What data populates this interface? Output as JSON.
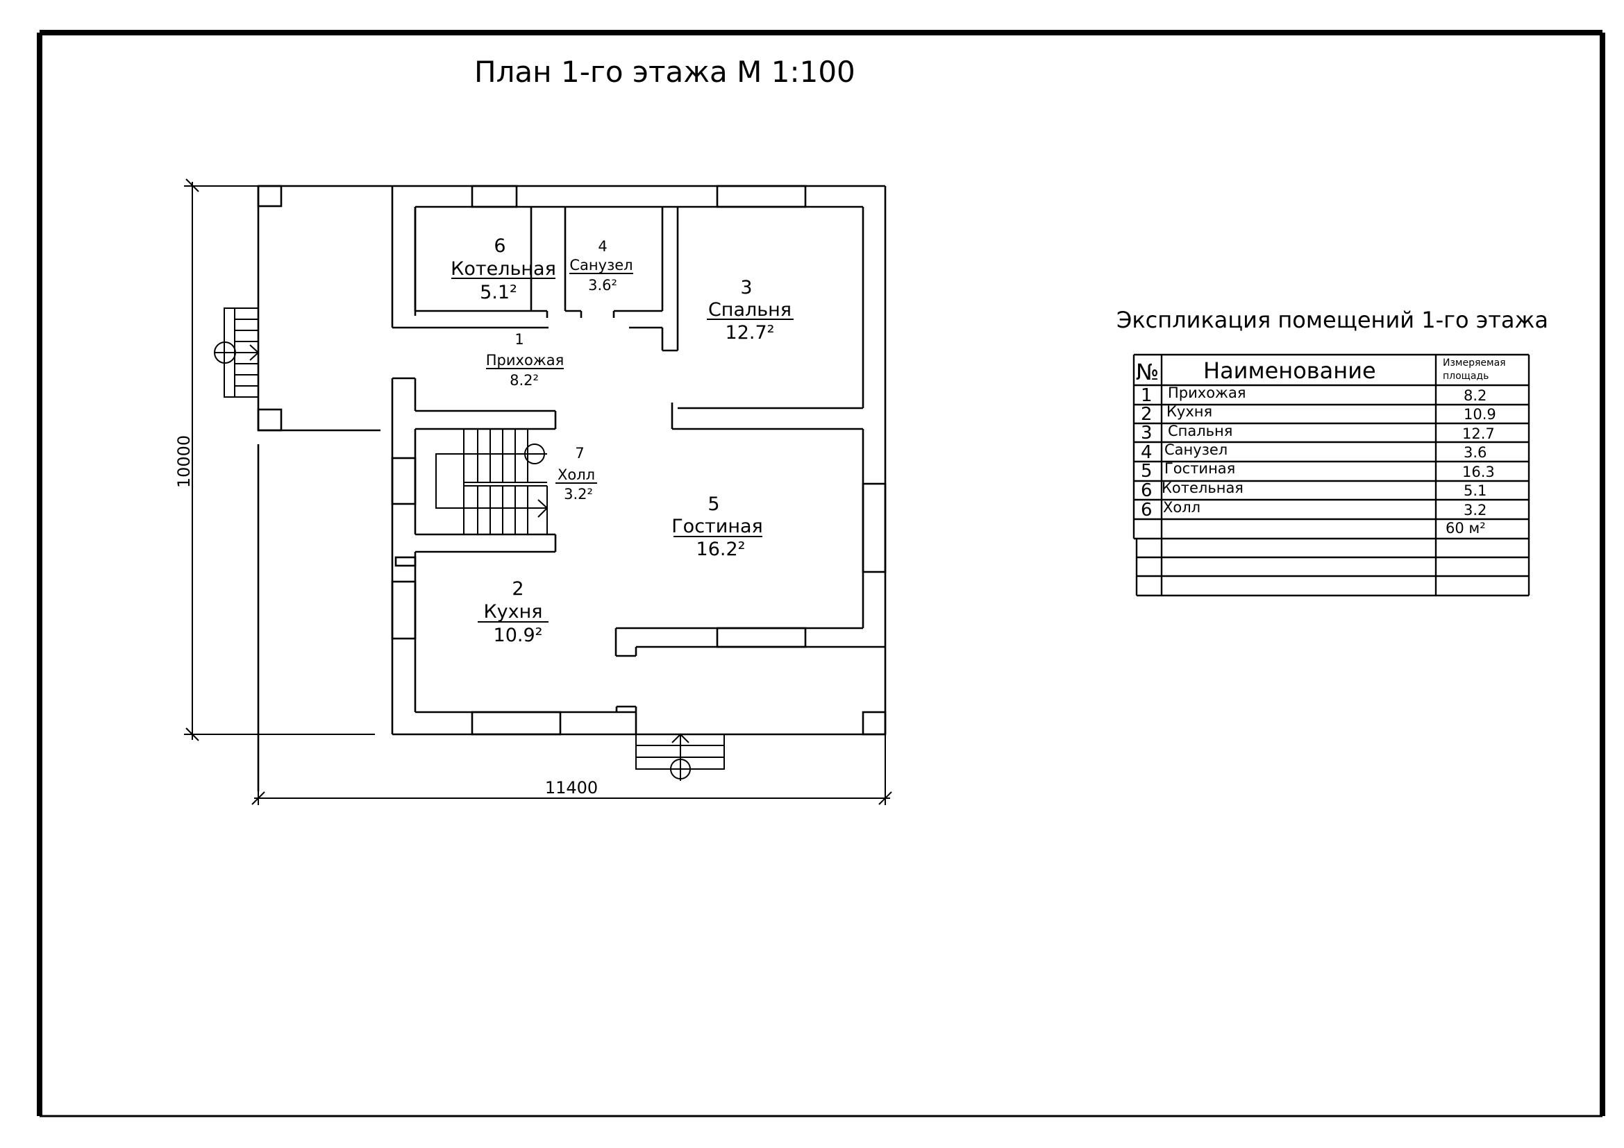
{
  "title": "План 1-го этажа М 1:100",
  "dimensions": {
    "height": "10000",
    "width": "11400"
  },
  "rooms": [
    {
      "num": "6",
      "name": "Котельная",
      "area": "5.1²"
    },
    {
      "num": "4",
      "name": "Санузел",
      "area": "3.6²"
    },
    {
      "num": "3",
      "name": "Спальня",
      "area": "12.7²"
    },
    {
      "num": "1",
      "name": "Прихожая",
      "area": "8.2²"
    },
    {
      "num": "7",
      "name": "Холл",
      "area": "3.2²"
    },
    {
      "num": "5",
      "name": "Гостиная",
      "area": "16.2²"
    },
    {
      "num": "2",
      "name": "Кухня",
      "area": "10.9²"
    }
  ],
  "explication": {
    "title": "Экспликация помещений 1-го этажа",
    "headers": {
      "num": "№",
      "name": "Наименование",
      "area_line1": "Измеряемая",
      "area_line2": "площадь"
    },
    "rows": [
      {
        "num": "1",
        "name": "Прихожая",
        "area": "8.2"
      },
      {
        "num": "2",
        "name": "Кухня",
        "area": "10.9"
      },
      {
        "num": "3",
        "name": "Спальня",
        "area": "12.7"
      },
      {
        "num": "4",
        "name": "Санузел",
        "area": "3.6"
      },
      {
        "num": "5",
        "name": "Гостиная",
        "area": "16.3"
      },
      {
        "num": "6",
        "name": "Котельная",
        "area": "5.1"
      },
      {
        "num": "6",
        "name": "Холл",
        "area": "3.2"
      }
    ],
    "total": "60 м²"
  }
}
